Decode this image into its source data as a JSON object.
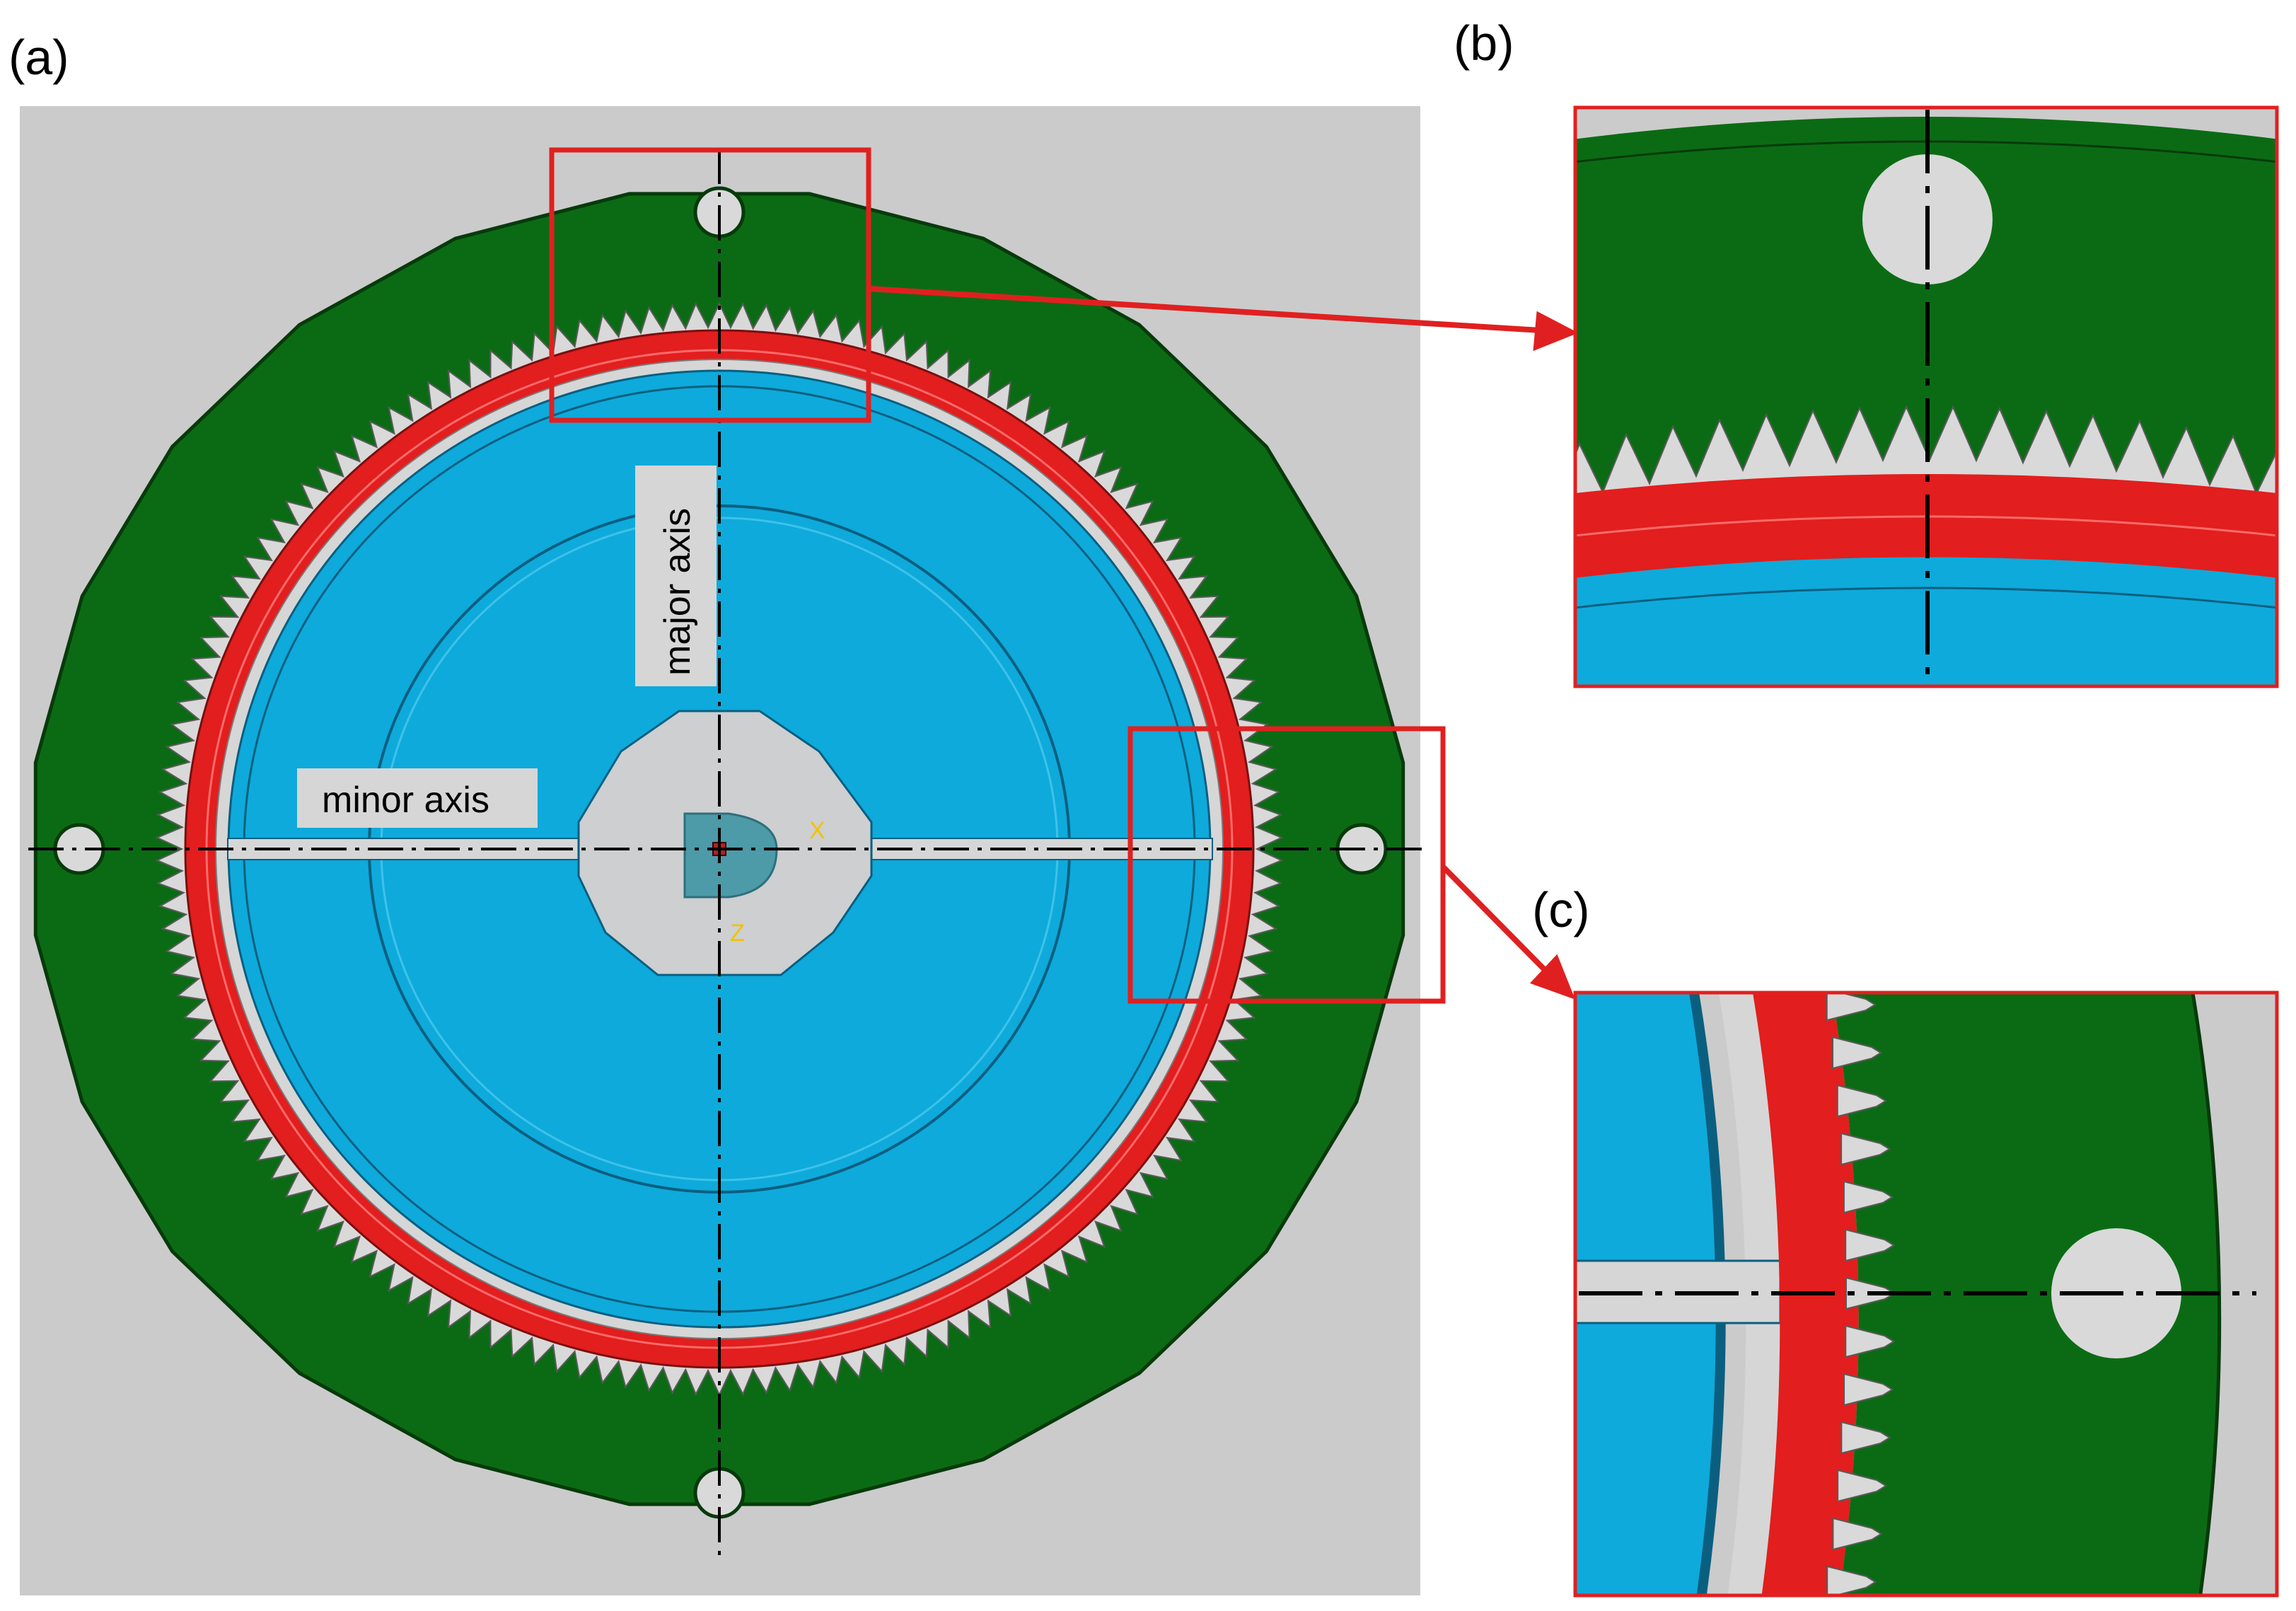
{
  "panels": {
    "a": {
      "label": "(a)"
    },
    "b": {
      "label": "(b)"
    },
    "c": {
      "label": "(c)"
    }
  },
  "annotations": {
    "major_axis": "major axis",
    "minor_axis": "minor axis",
    "coord_x": "X",
    "coord_z": "Z"
  },
  "geometry_counts": {
    "gear_teeth": 150,
    "bolt_holes": 4
  },
  "colors": {
    "background": "#cbcbcb",
    "outer_ring": "#0b6b14",
    "flexspline_red": "#e21e1e",
    "teeth": "#d9d9d9",
    "wave_generator_blue": "#0eaadb",
    "hub_grey": "#cdcfd1",
    "center_marker": "#4d9aa8",
    "zoom_frame": "#e02020",
    "axis_line": "#000000",
    "coord_label": "#f2c200"
  }
}
